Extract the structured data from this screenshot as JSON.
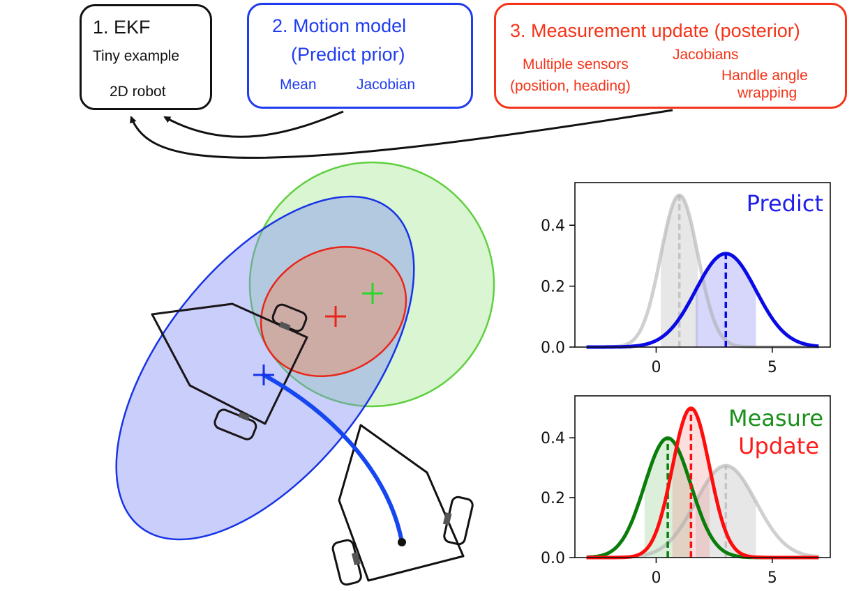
{
  "boxes": {
    "ekf": {
      "title": "1. EKF",
      "line1": "Tiny example",
      "line2": "2D robot",
      "color": "#111111"
    },
    "motion": {
      "title_line1": "2. Motion model",
      "title_line2": "(Predict prior)",
      "item1": "Mean",
      "item2": "Jacobian",
      "color": "#1f3cf0"
    },
    "measurement": {
      "title": "3. Measurement update (posterior)",
      "item1_line1": "Multiple sensors",
      "item1_line2": "(position, heading)",
      "item2": "Jacobians",
      "item3_line1": "Handle angle",
      "item3_line2": "wrapping",
      "color": "#f43318"
    }
  },
  "chart_data": [
    {
      "type": "line",
      "title": "Predict",
      "title_color": "#1f1fe8",
      "xlim": [
        -3.5,
        7.5
      ],
      "ylim": [
        0,
        0.54
      ],
      "xticks": [
        "0",
        "5"
      ],
      "yticks": [
        "0.0",
        "0.2",
        "0.4"
      ],
      "series": [
        {
          "mean": 1.0,
          "sd": 0.8,
          "color": "#a9a9a9",
          "line_alpha": 0.55,
          "fill_color": "#a9a9a9"
        },
        {
          "mean": 3.0,
          "sd": 1.3,
          "color": "#0a0ae6",
          "line_alpha": 1.0,
          "fill_color": "#6e6ef0"
        }
      ]
    },
    {
      "type": "line",
      "title_line1": "Measure",
      "title_line2": "Update",
      "title_color1": "#1a8f1a",
      "title_color2": "#ff1a1a",
      "xlim": [
        -3.5,
        7.5
      ],
      "ylim": [
        0,
        0.54
      ],
      "xticks": [
        "0",
        "5"
      ],
      "yticks": [
        "0.0",
        "0.2",
        "0.4"
      ],
      "series": [
        {
          "mean": 3.0,
          "sd": 1.3,
          "color": "#a9a9a9",
          "line_alpha": 0.55,
          "fill_color": "#a9a9a9"
        },
        {
          "mean": 0.5,
          "sd": 1.0,
          "color": "#0a7d0a",
          "line_alpha": 1.0,
          "fill_color": "#7fc47f"
        },
        {
          "mean": 1.5,
          "sd": 0.8,
          "color": "#ff0d0d",
          "line_alpha": 1.0,
          "fill_color": "#f28a8a"
        }
      ]
    }
  ]
}
